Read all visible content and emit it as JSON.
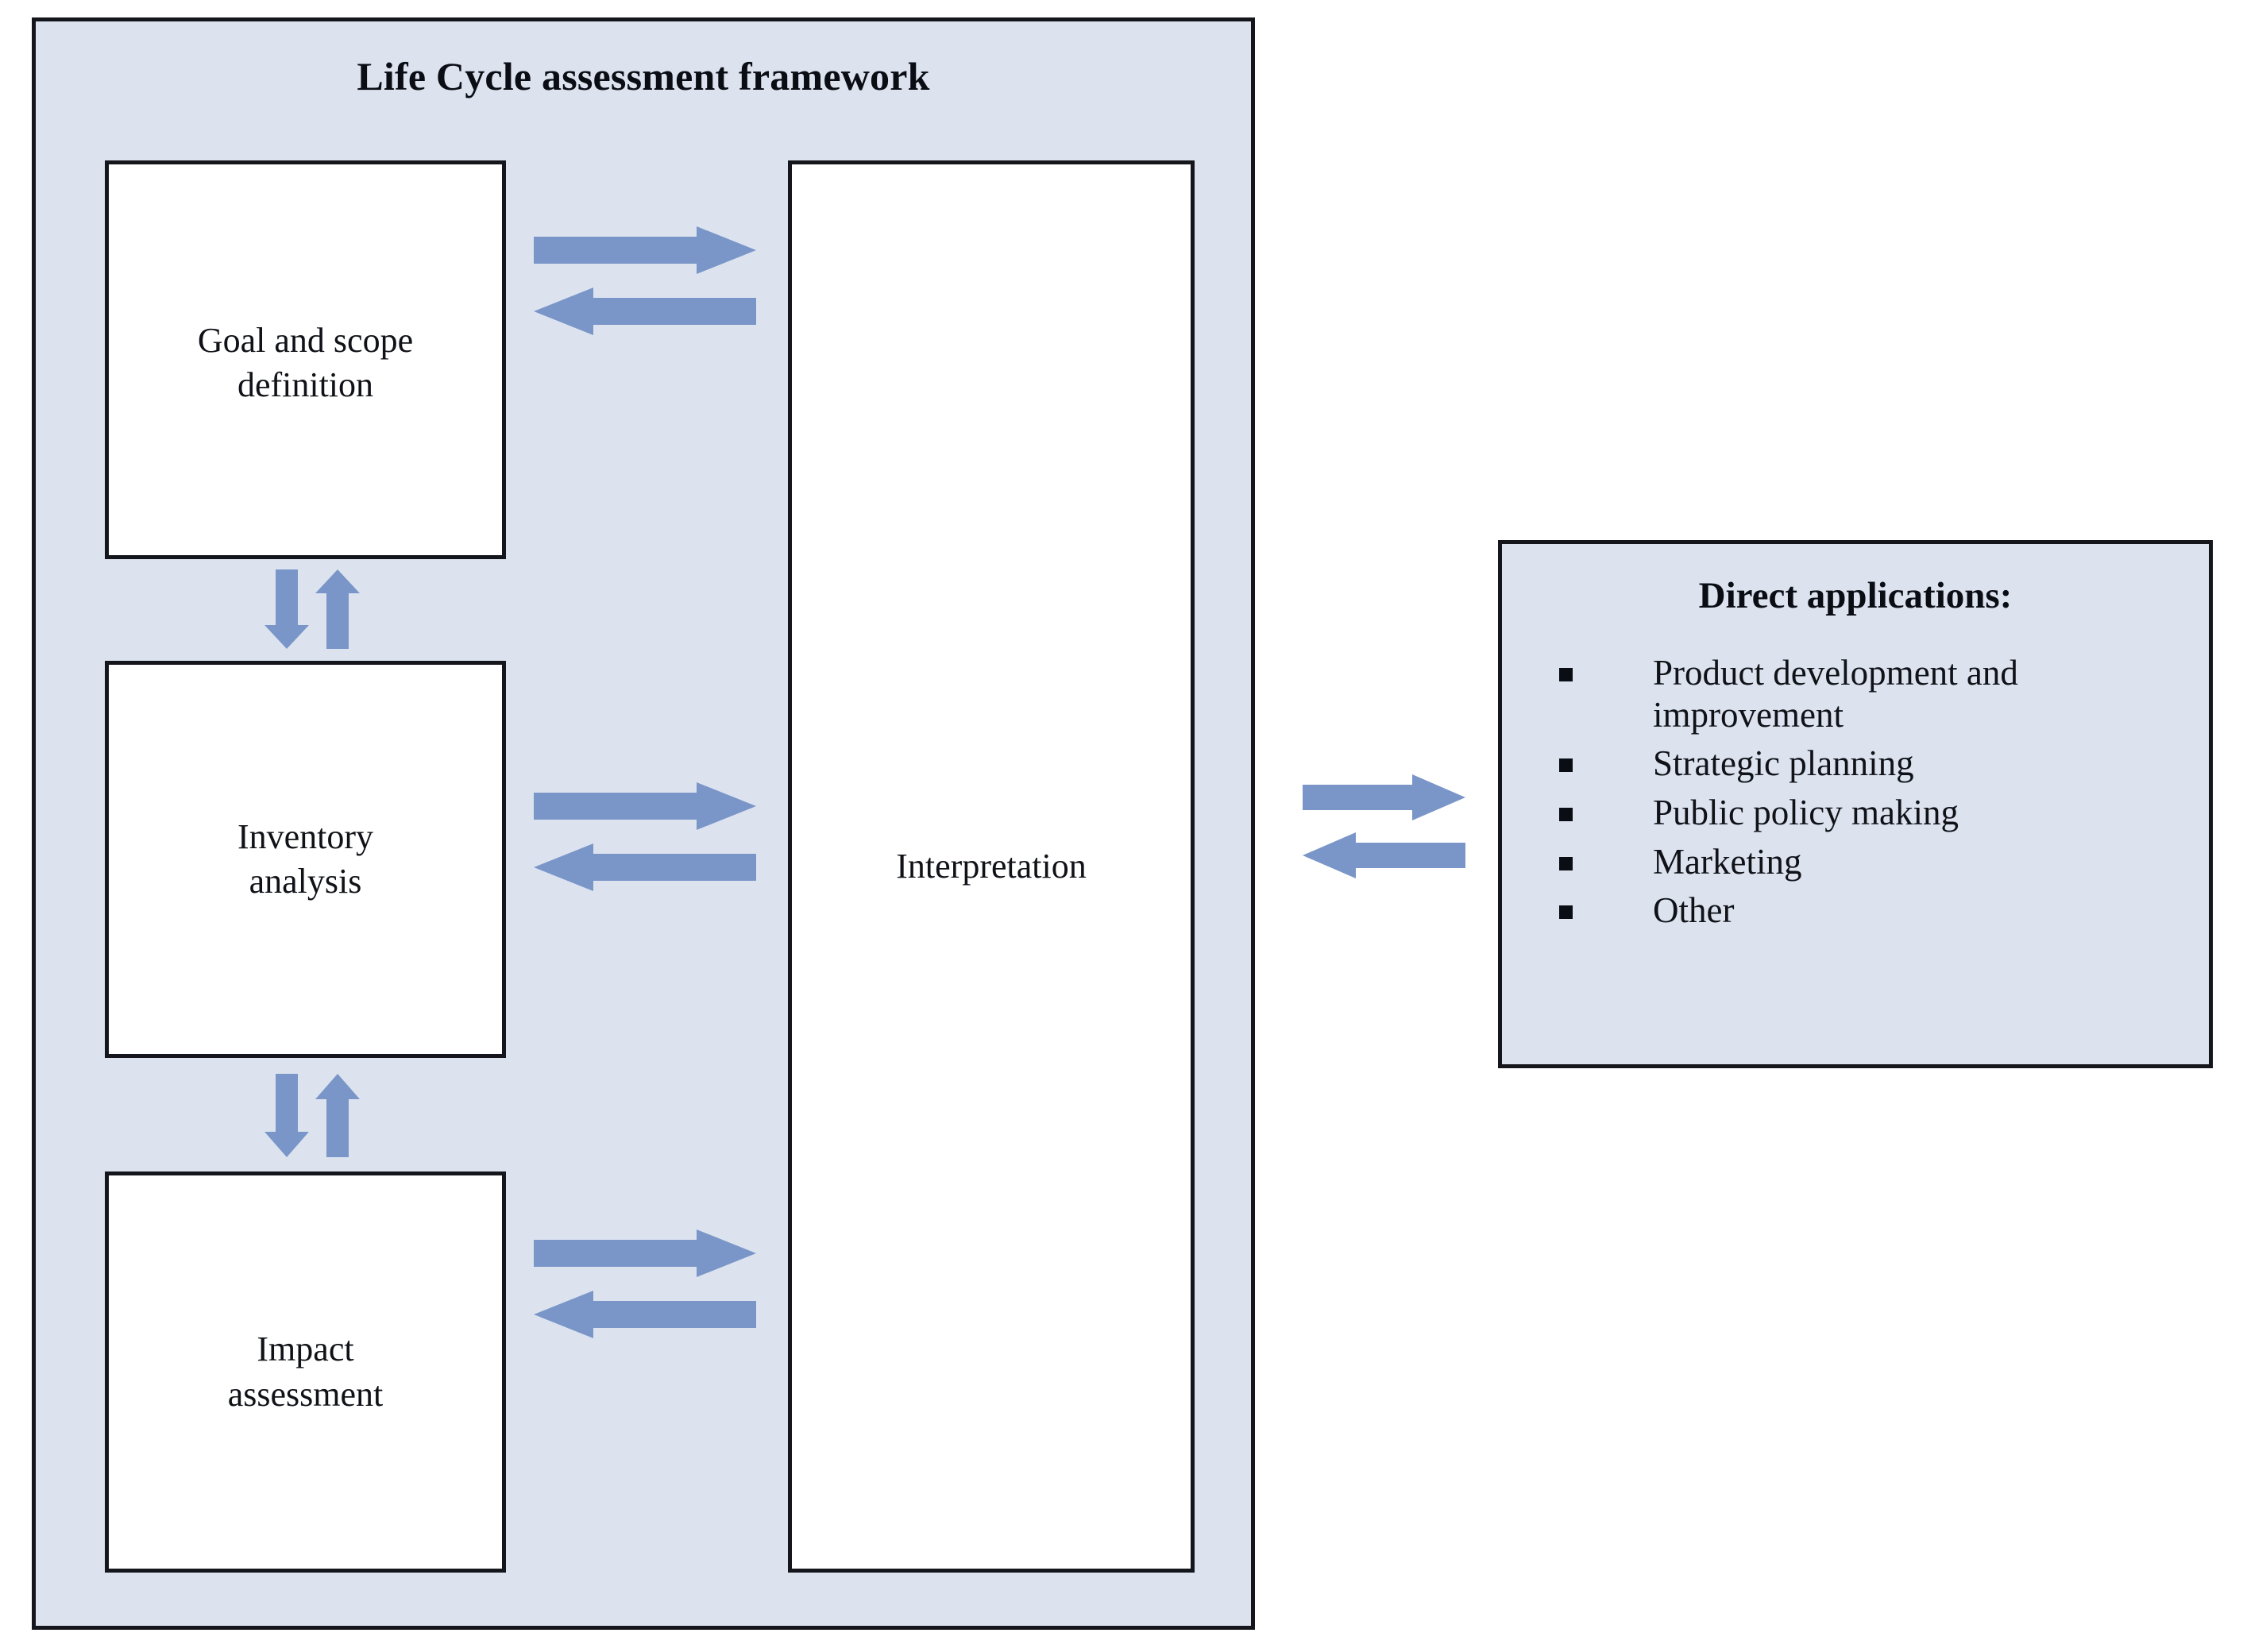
{
  "diagram": {
    "title": "Life Cycle assessment framework",
    "background_color": "#dce3ef",
    "border_color": "#15161c",
    "arrow_color": "#7a96c8",
    "box_fill": "#ffffff"
  },
  "stages": [
    {
      "id": "goal",
      "label": "Goal and scope\ndefinition"
    },
    {
      "id": "inventory",
      "label": "Inventory\nanalysis"
    },
    {
      "id": "impact",
      "label": "Impact\nassessment"
    },
    {
      "id": "interpretation",
      "label": "Interpretation"
    }
  ],
  "applications": {
    "title": "Direct applications:",
    "items": [
      "Product development and improvement",
      "Strategic planning",
      "Public policy making",
      "Marketing",
      "Other"
    ]
  },
  "connectors": [
    {
      "id": "goal-to-interpretation",
      "direction": "right",
      "from": "goal",
      "to": "interpretation"
    },
    {
      "id": "interpretation-to-goal",
      "direction": "left",
      "from": "interpretation",
      "to": "goal"
    },
    {
      "id": "goal-to-inventory",
      "direction": "down",
      "from": "goal",
      "to": "inventory"
    },
    {
      "id": "inventory-to-goal",
      "direction": "up",
      "from": "inventory",
      "to": "goal"
    },
    {
      "id": "inventory-to-interpretation",
      "direction": "right",
      "from": "inventory",
      "to": "interpretation"
    },
    {
      "id": "interpretation-to-inventory",
      "direction": "left",
      "from": "interpretation",
      "to": "inventory"
    },
    {
      "id": "inventory-to-impact",
      "direction": "down",
      "from": "inventory",
      "to": "impact"
    },
    {
      "id": "impact-to-inventory",
      "direction": "up",
      "from": "impact",
      "to": "inventory"
    },
    {
      "id": "impact-to-interpretation",
      "direction": "right",
      "from": "impact",
      "to": "interpretation"
    },
    {
      "id": "interpretation-to-impact",
      "direction": "left",
      "from": "interpretation",
      "to": "impact"
    },
    {
      "id": "framework-to-applications",
      "direction": "right",
      "from": "framework",
      "to": "applications"
    },
    {
      "id": "applications-to-framework",
      "direction": "left",
      "from": "applications",
      "to": "framework"
    }
  ]
}
